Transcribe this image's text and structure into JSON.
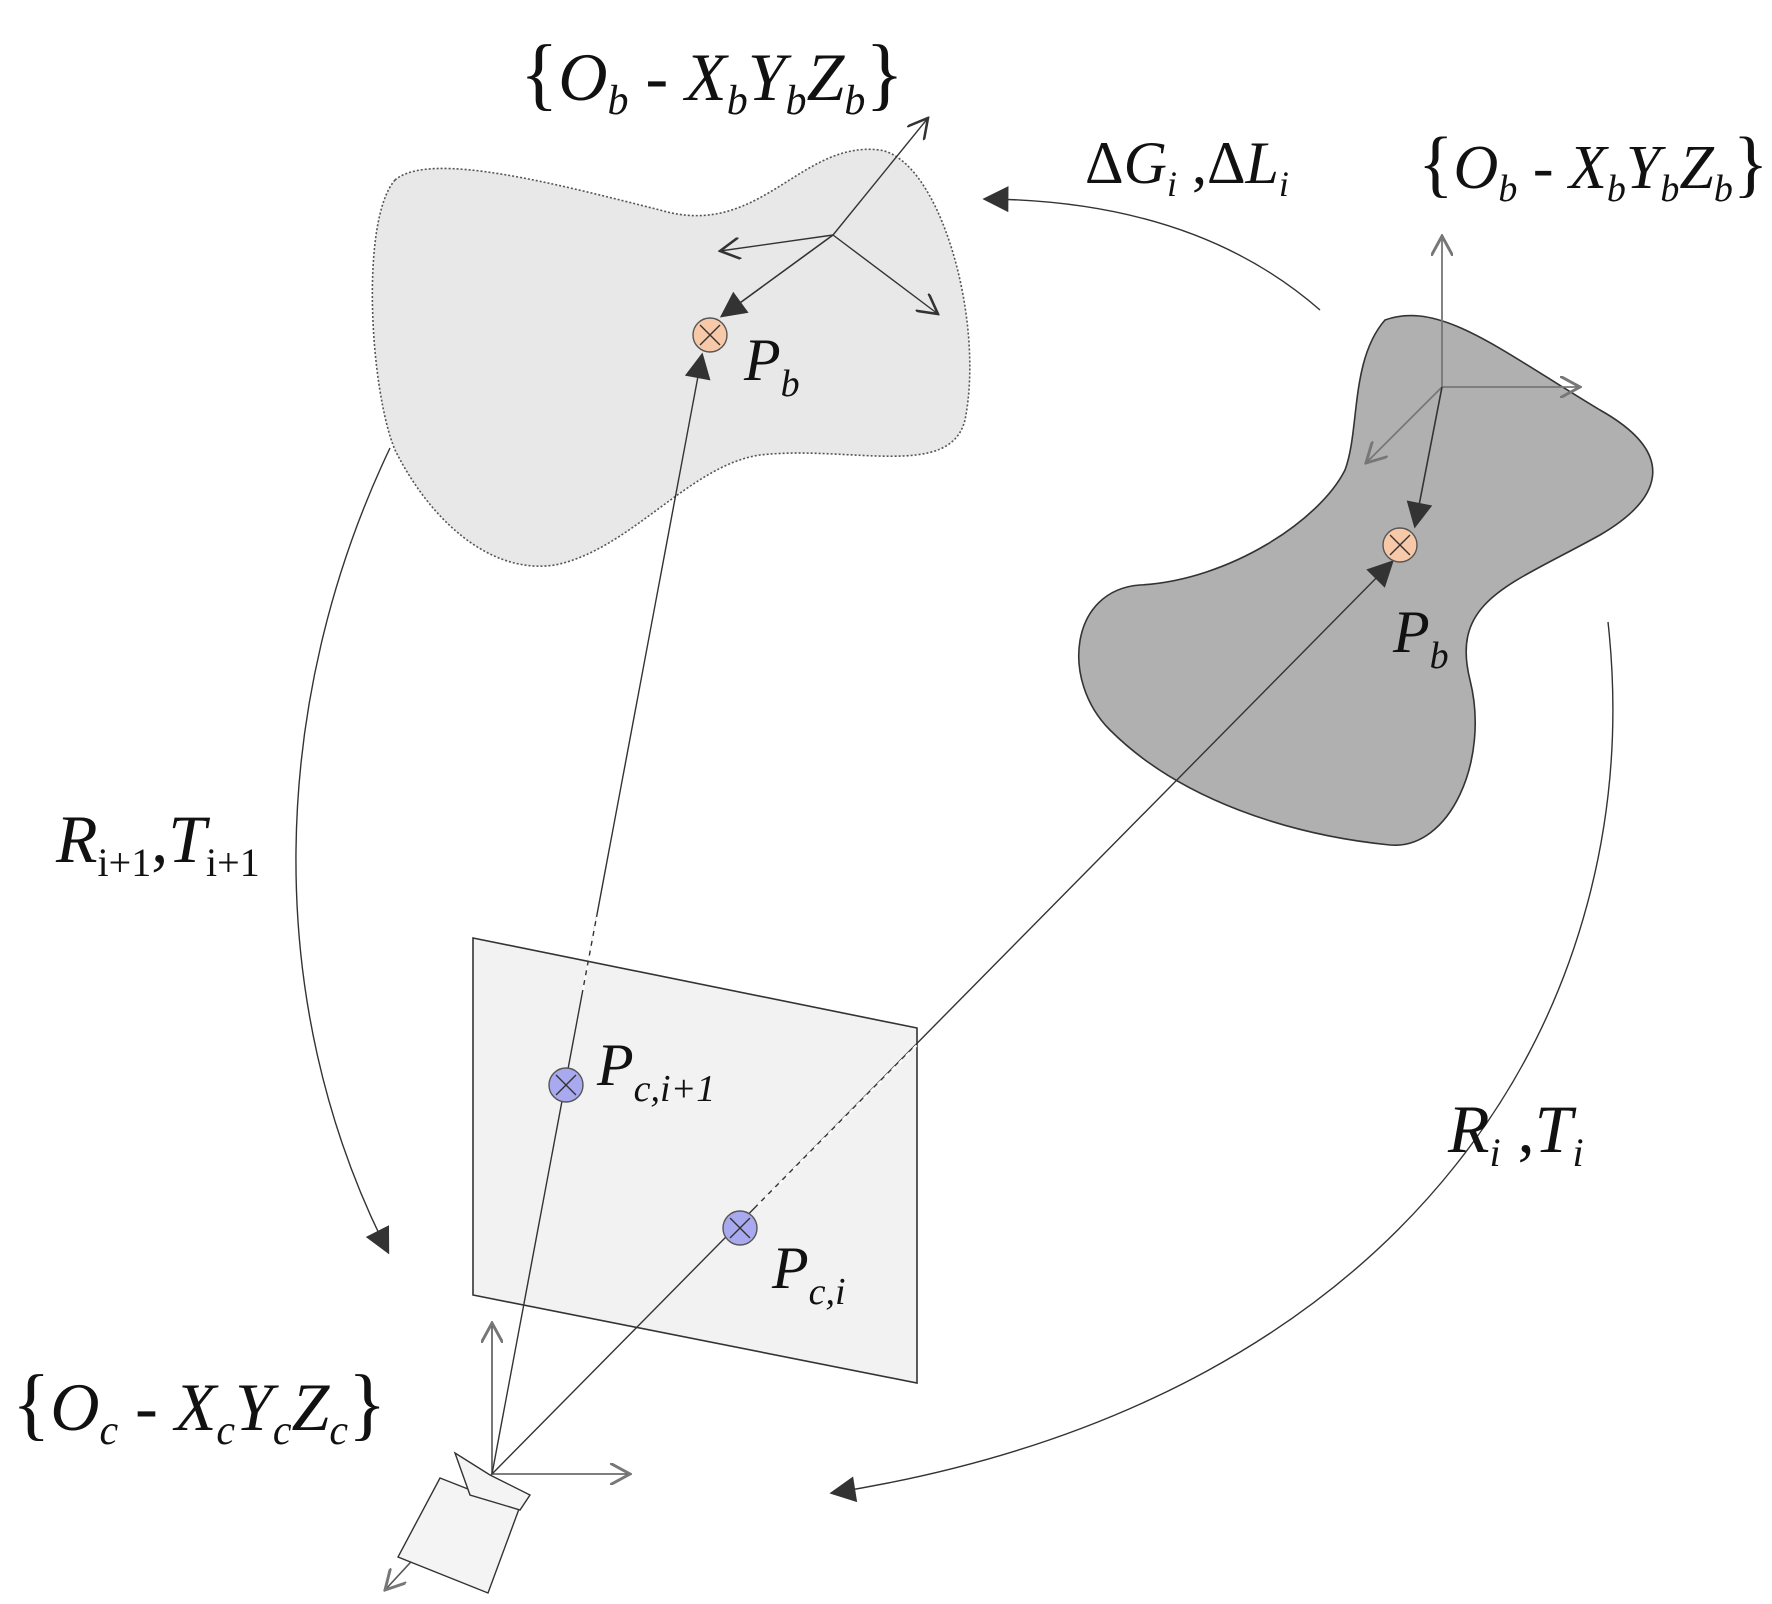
{
  "labels": {
    "frame_b_top": {
      "brace_open": "{",
      "O": "O",
      "O_sub": "b",
      "dash": " - ",
      "X": "X",
      "X_sub": "b",
      "Y": "Y",
      "Y_sub": "b",
      "Z": "Z",
      "Z_sub": "b",
      "brace_close": "}"
    },
    "frame_b_right": {
      "brace_open": "{",
      "O": "O",
      "O_sub": "b",
      "dash": " - ",
      "X": "X",
      "X_sub": "b",
      "Y": "Y",
      "Y_sub": "b",
      "Z": "Z",
      "Z_sub": "b",
      "brace_close": "}"
    },
    "frame_c": {
      "brace_open": "{",
      "O": "O",
      "O_sub": "c",
      "dash": " - ",
      "X": "X",
      "X_sub": "c",
      "Y": "Y",
      "Y_sub": "c",
      "Z": "Z",
      "Z_sub": "c",
      "brace_close": "}"
    },
    "delta": {
      "d1": "Δ",
      "G": "G",
      "G_sub": "i",
      "comma": " ,",
      "d2": "Δ",
      "L": "L",
      "L_sub": "i"
    },
    "rt_next": {
      "R": "R",
      "R_sub": "i+1",
      "comma": ",",
      "T": "T",
      "T_sub": "i+1"
    },
    "rt_cur": {
      "R": "R",
      "R_sub": "i",
      "comma": " ,",
      "T": "T",
      "T_sub": "i"
    },
    "pb_left": {
      "P": "P",
      "sub": "b"
    },
    "pb_right": {
      "P": "P",
      "sub": "b"
    },
    "pc_next": {
      "P": "P",
      "sub": "c,i+1"
    },
    "pc_cur": {
      "P": "P",
      "sub": "c,i"
    }
  },
  "colors": {
    "object_prev_fill": "#e8e8e8",
    "object_cur_fill": "#b0b0b0",
    "image_plane_fill": "#f2f2f2",
    "point_body": "#f7c9a8",
    "point_image": "#a9a9f0",
    "stroke": "#333333"
  }
}
